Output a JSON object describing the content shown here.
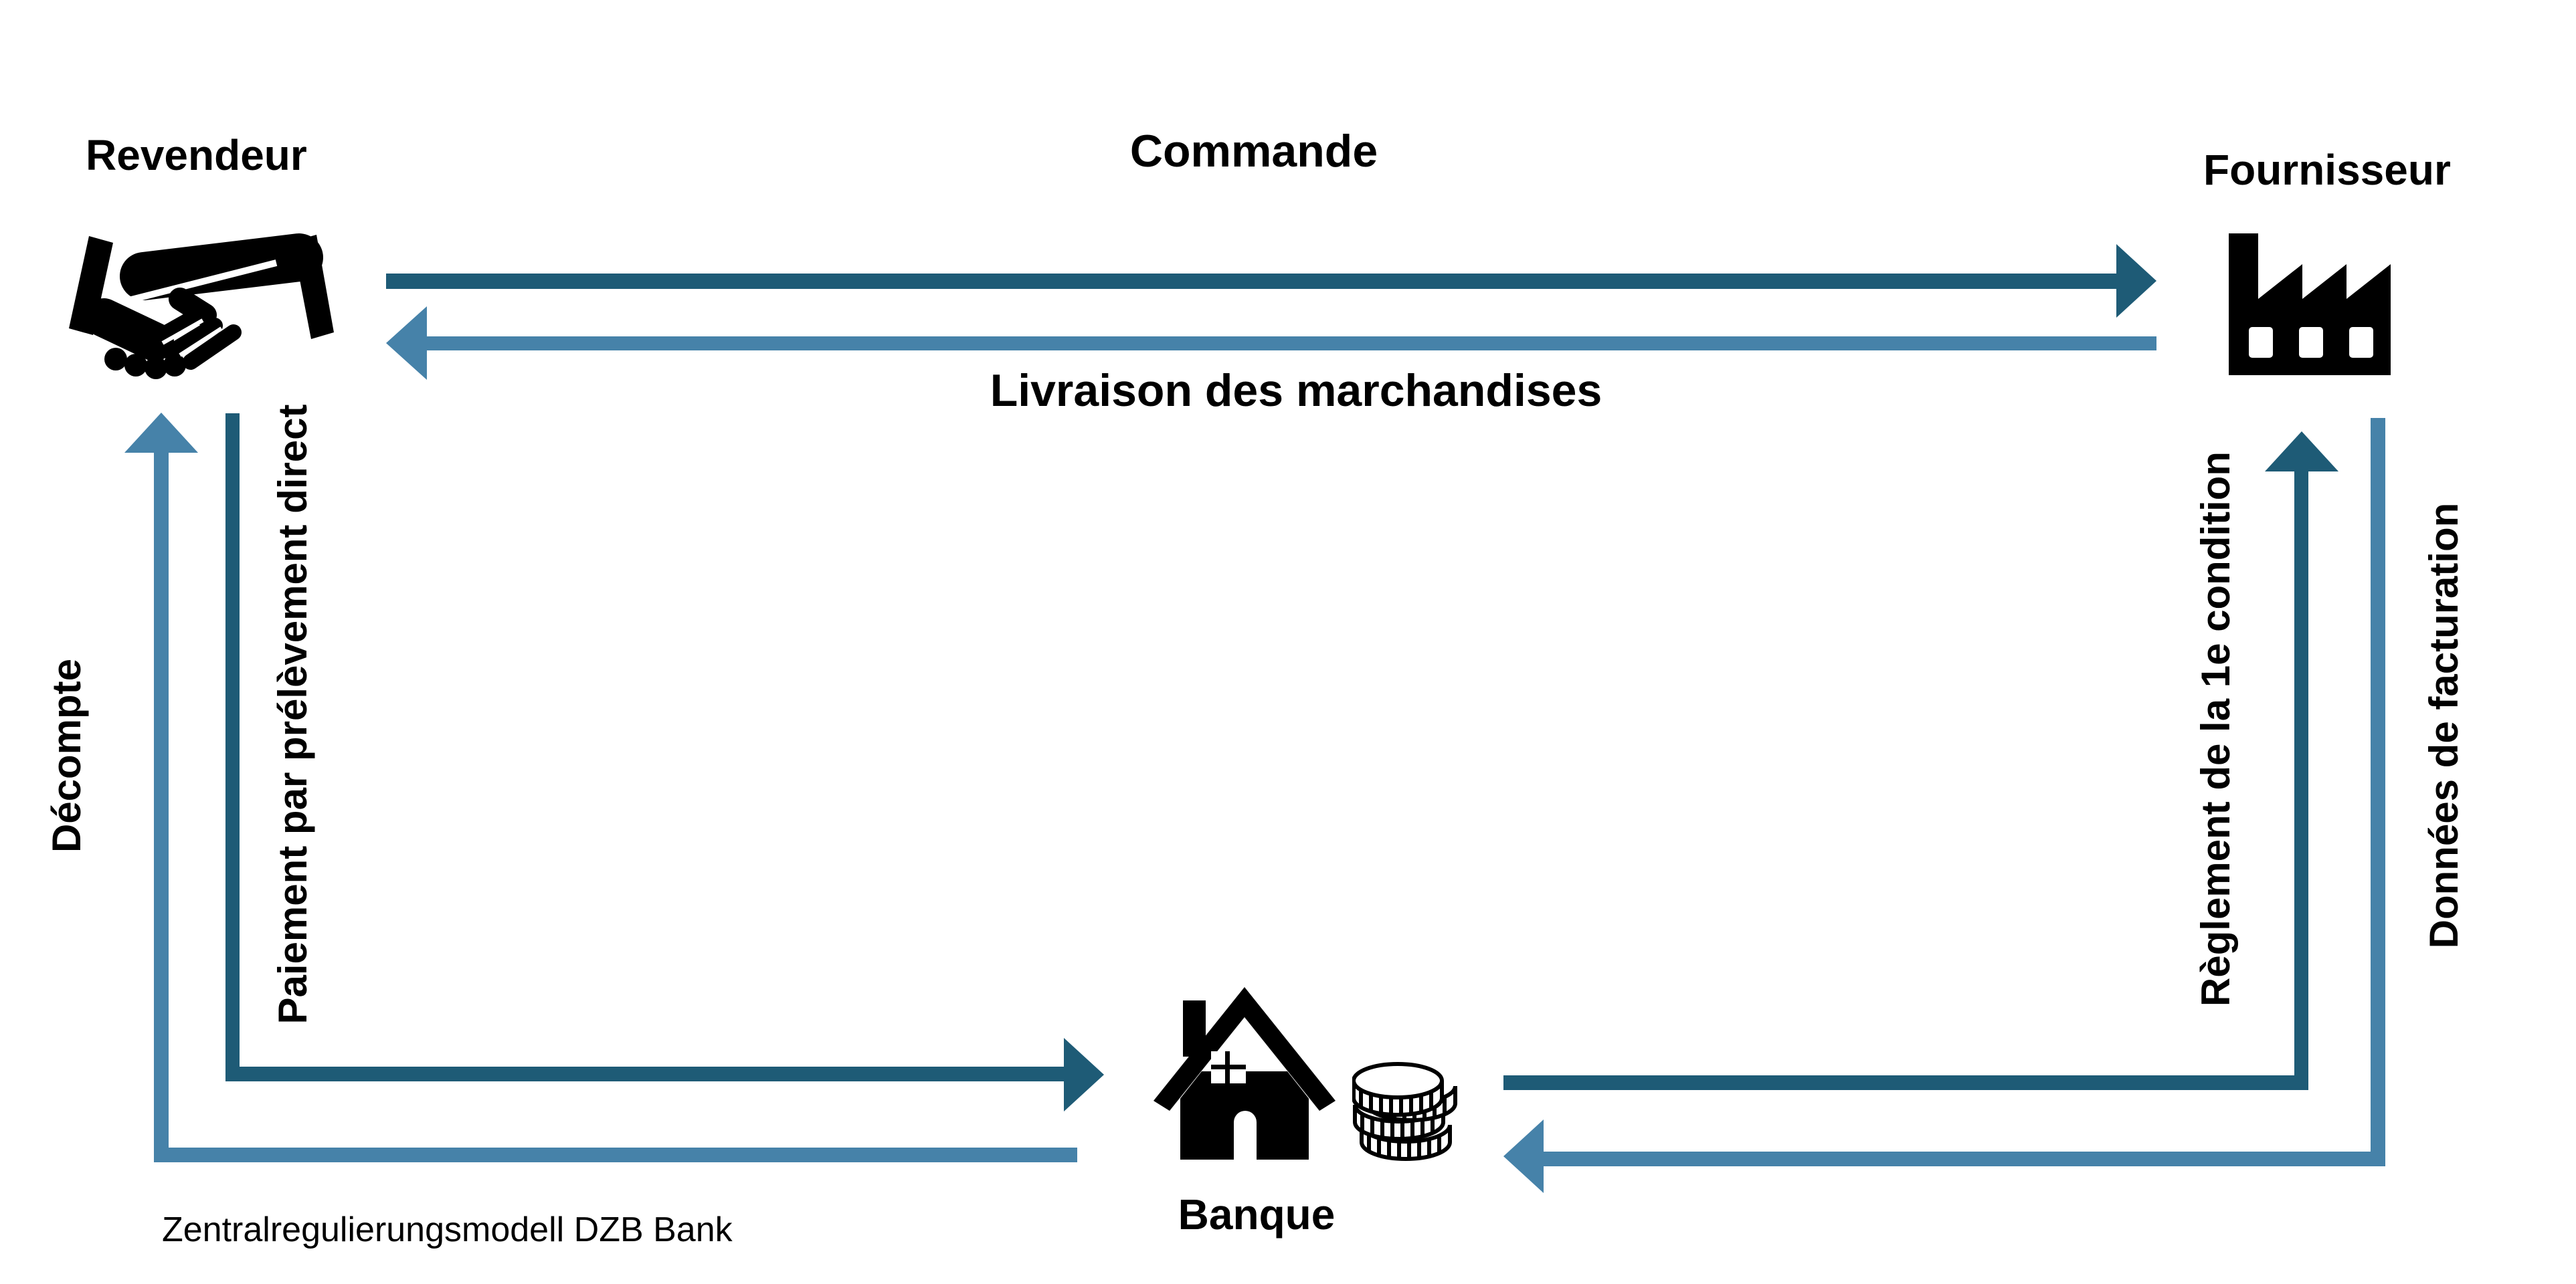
{
  "diagram": {
    "caption": "Zentralregulierungsmodell DZB Bank",
    "colors": {
      "dark_arrow": "#1e5b76",
      "light_arrow": "#4682a9",
      "icon_black": "#000000",
      "background": "#ffffff"
    },
    "nodes": {
      "reseller": {
        "label": "Revendeur",
        "icon": "handshake-icon"
      },
      "supplier": {
        "label": "Fournisseur",
        "icon": "factory-icon"
      },
      "bank": {
        "label": "Banque",
        "icons": [
          "bank-house-icon",
          "coins-icon"
        ]
      }
    },
    "flows": [
      {
        "id": "commande",
        "label": "Commande",
        "from": "Revendeur",
        "to": "Fournisseur",
        "color": "dark"
      },
      {
        "id": "livraison",
        "label": "Livraison des marchandises",
        "from": "Fournisseur",
        "to": "Revendeur",
        "color": "light"
      },
      {
        "id": "paiement",
        "label": "Paiement par prélèvement direct",
        "from": "Revendeur",
        "to": "Banque",
        "color": "dark"
      },
      {
        "id": "decompte",
        "label": "Décompte",
        "from": "Banque",
        "to": "Revendeur",
        "color": "light"
      },
      {
        "id": "reglement",
        "label": "Règlement de la 1e condition",
        "from": "Banque",
        "to": "Fournisseur",
        "color": "dark"
      },
      {
        "id": "donnees",
        "label": "Données de facturation",
        "from": "Fournisseur",
        "to": "Banque",
        "color": "light"
      }
    ]
  }
}
